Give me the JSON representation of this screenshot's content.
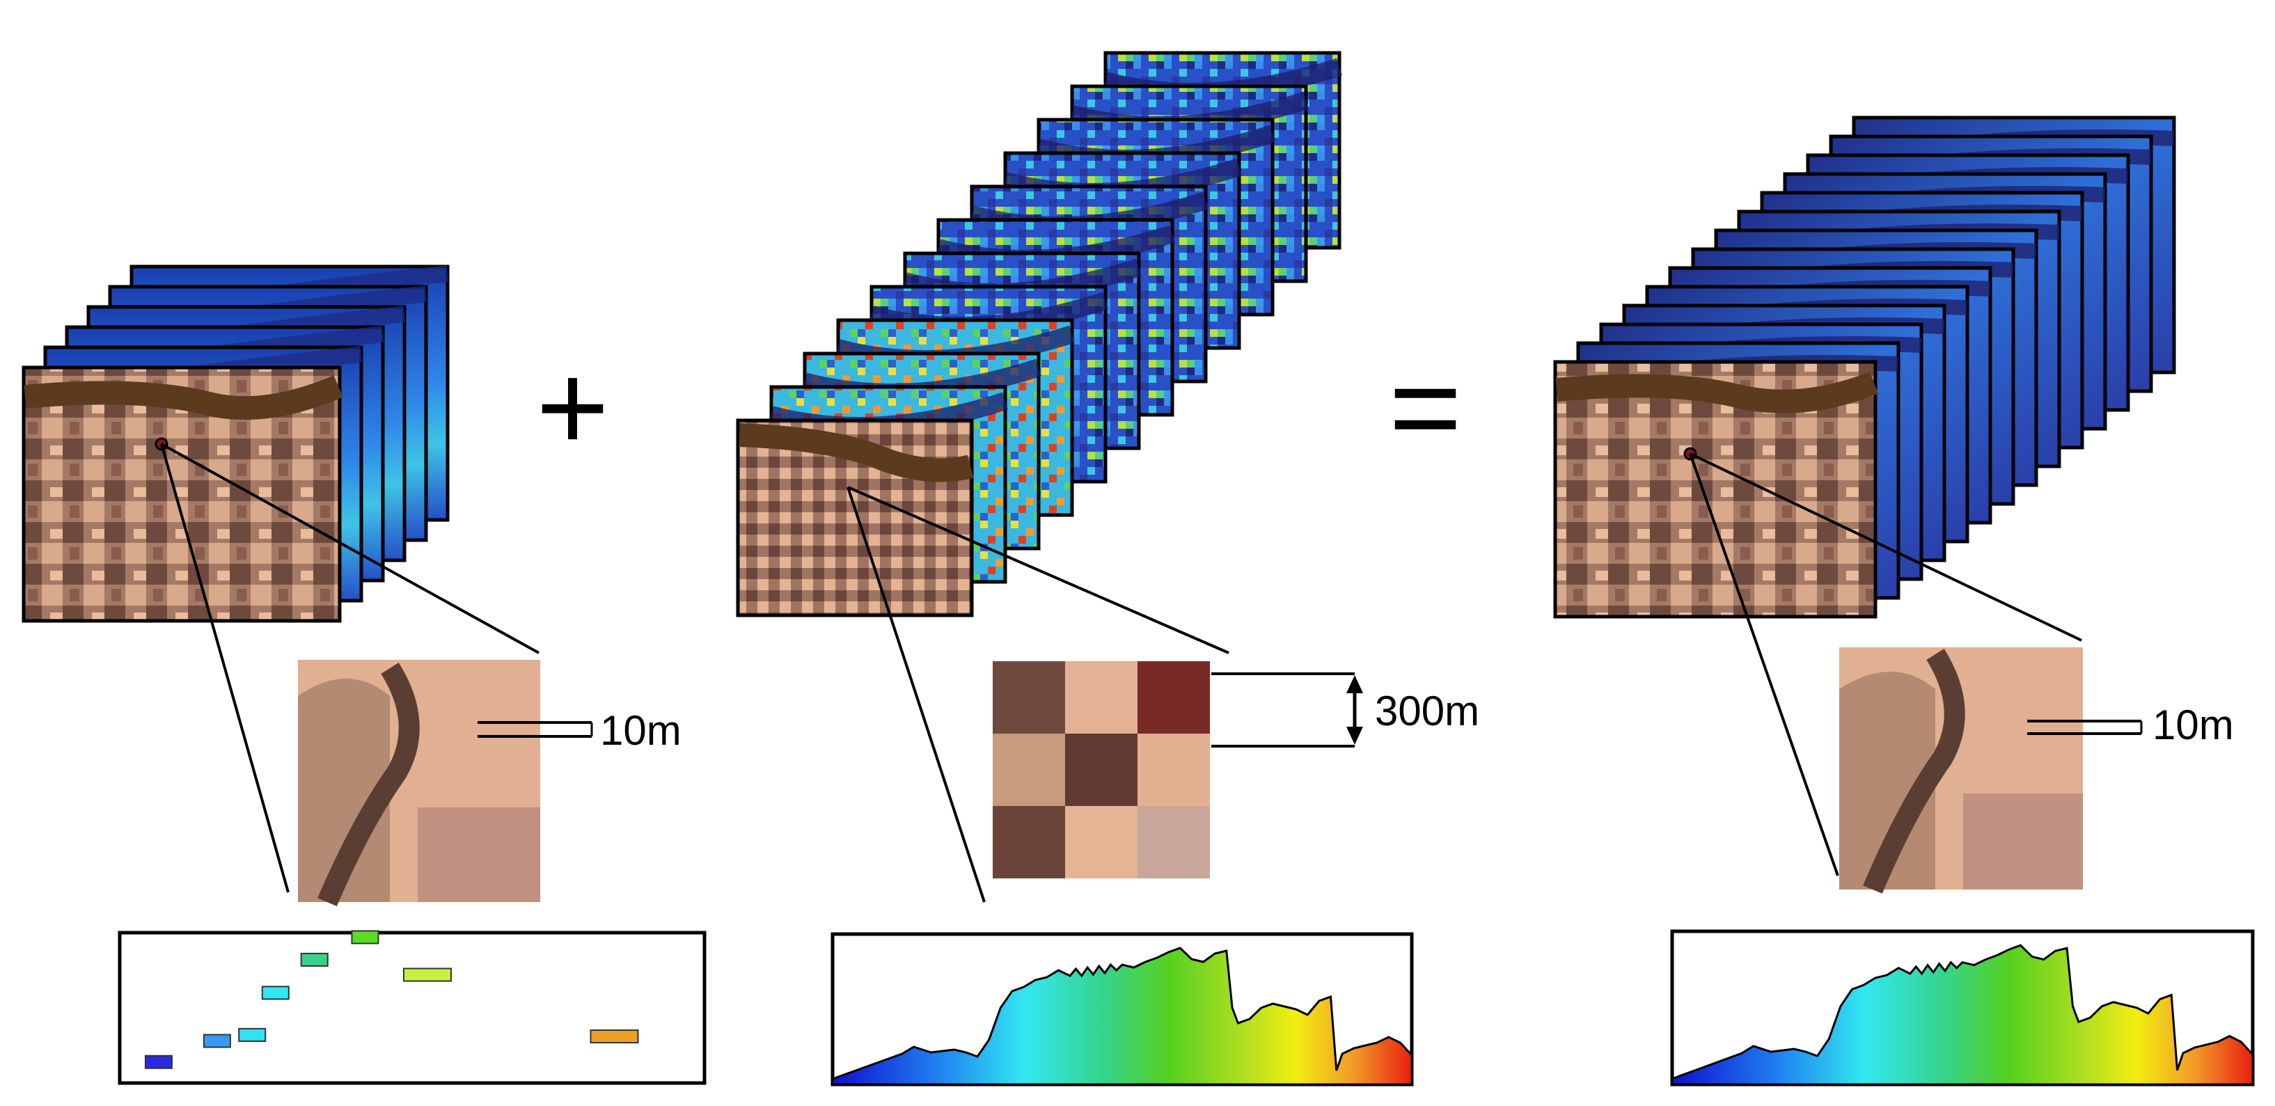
{
  "colors": {
    "outline": "#000000",
    "spectrum": [
      "#1010d0",
      "#1f7ff0",
      "#33e7f2",
      "#35d48a",
      "#55d020",
      "#b8e020",
      "#f2ee10",
      "#f29a28",
      "#e82010"
    ],
    "rgb_light": "#e3b294",
    "rgb_dark": "#6e4a3e",
    "river": "#5b3a1e"
  },
  "operators": {
    "plus": "+",
    "equals": "="
  },
  "panels": {
    "multispectral": {
      "resolution_label": "10m"
    },
    "hyperspectral": {
      "resolution_label": "300m"
    },
    "fused": {
      "resolution_label": "10m"
    }
  },
  "spectra": {
    "multispectral_bands": [
      {
        "center": 0.1,
        "level": 0.14,
        "color": "#2a2ae0"
      },
      {
        "center": 0.25,
        "level": 0.28,
        "color": "#3a9af0"
      },
      {
        "center": 0.34,
        "level": 0.32,
        "color": "#33e0f2"
      },
      {
        "center": 0.4,
        "level": 0.6,
        "color": "#33e7f2"
      },
      {
        "center": 0.5,
        "level": 0.82,
        "color": "#35d48a"
      },
      {
        "center": 0.63,
        "level": 0.97,
        "color": "#55e020"
      },
      {
        "center": 0.79,
        "level": 0.72,
        "color": "#c8f040"
      },
      {
        "center": 1.27,
        "level": 0.31,
        "color": "#f0a020"
      }
    ],
    "hyperspectral_profile": [
      [
        0.0,
        0.04
      ],
      [
        0.04,
        0.1
      ],
      [
        0.08,
        0.16
      ],
      [
        0.12,
        0.22
      ],
      [
        0.14,
        0.27
      ],
      [
        0.17,
        0.23
      ],
      [
        0.21,
        0.25
      ],
      [
        0.23,
        0.23
      ],
      [
        0.25,
        0.2
      ],
      [
        0.27,
        0.32
      ],
      [
        0.29,
        0.55
      ],
      [
        0.31,
        0.67
      ],
      [
        0.33,
        0.7
      ],
      [
        0.35,
        0.75
      ],
      [
        0.37,
        0.77
      ],
      [
        0.39,
        0.82
      ],
      [
        0.41,
        0.78
      ],
      [
        0.42,
        0.83
      ],
      [
        0.43,
        0.78
      ],
      [
        0.44,
        0.84
      ],
      [
        0.45,
        0.79
      ],
      [
        0.46,
        0.85
      ],
      [
        0.47,
        0.8
      ],
      [
        0.48,
        0.86
      ],
      [
        0.49,
        0.82
      ],
      [
        0.5,
        0.86
      ],
      [
        0.52,
        0.84
      ],
      [
        0.54,
        0.88
      ],
      [
        0.56,
        0.91
      ],
      [
        0.58,
        0.95
      ],
      [
        0.6,
        0.98
      ],
      [
        0.62,
        0.9
      ],
      [
        0.64,
        0.88
      ],
      [
        0.66,
        0.94
      ],
      [
        0.68,
        0.96
      ],
      [
        0.69,
        0.55
      ],
      [
        0.7,
        0.44
      ],
      [
        0.72,
        0.47
      ],
      [
        0.74,
        0.55
      ],
      [
        0.76,
        0.58
      ],
      [
        0.78,
        0.56
      ],
      [
        0.8,
        0.54
      ],
      [
        0.82,
        0.5
      ],
      [
        0.84,
        0.6
      ],
      [
        0.86,
        0.63
      ],
      [
        0.87,
        0.1
      ],
      [
        0.88,
        0.22
      ],
      [
        0.9,
        0.26
      ],
      [
        0.92,
        0.28
      ],
      [
        0.94,
        0.3
      ],
      [
        0.96,
        0.34
      ],
      [
        0.98,
        0.3
      ],
      [
        1.0,
        0.21
      ]
    ]
  }
}
